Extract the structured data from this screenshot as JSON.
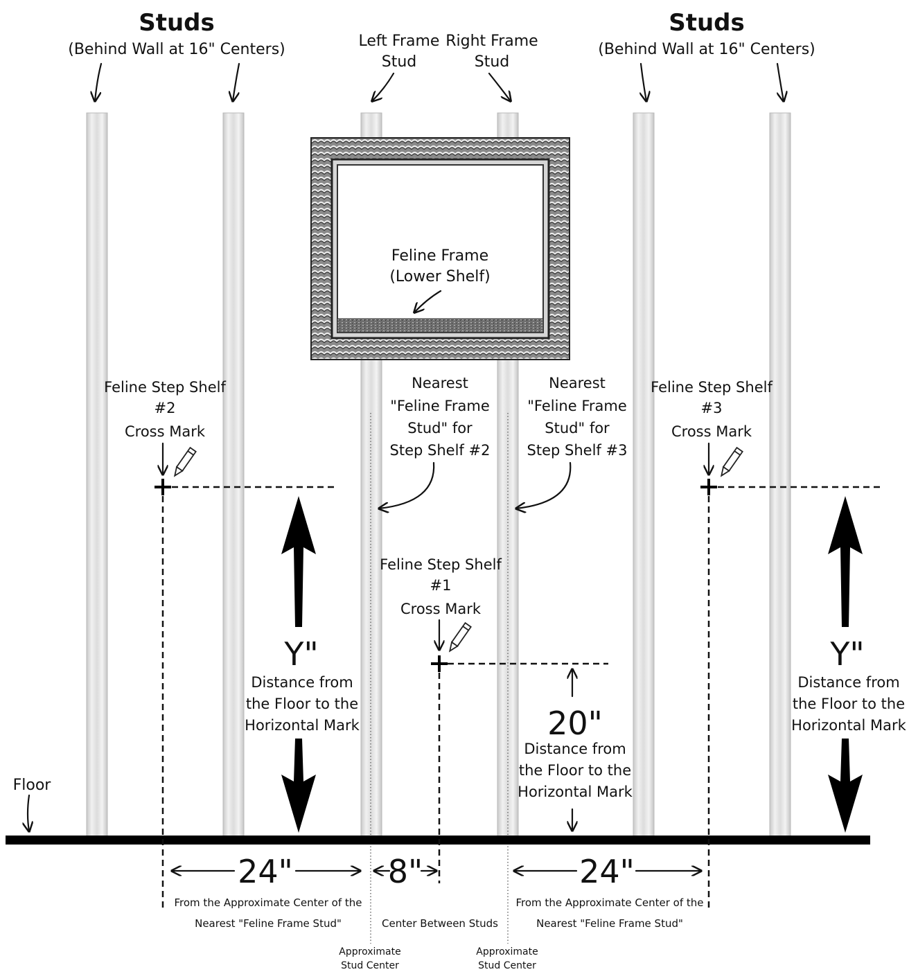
{
  "labels": {
    "studs_left_title": "Studs",
    "studs_left_sub": "(Behind Wall at 16\" Centers)",
    "studs_right_title": "Studs",
    "studs_right_sub": "(Behind Wall at 16\" Centers)",
    "left_frame_stud_1": "Left Frame",
    "left_frame_stud_2": "Stud",
    "right_frame_stud_1": "Right Frame",
    "right_frame_stud_2": "Stud",
    "feline_frame_1": "Feline Frame",
    "feline_frame_2": "(Lower Shelf)",
    "shelf2_1": "Feline Step Shelf",
    "shelf2_2": "#2",
    "shelf2_3": "Cross Mark",
    "shelf3_1": "Feline Step Shelf",
    "shelf3_2": "#3",
    "shelf3_3": "Cross Mark",
    "nearest2_1": "Nearest",
    "nearest2_2": "\"Feline Frame",
    "nearest2_3": "Stud\" for",
    "nearest2_4": "Step Shelf #2",
    "nearest3_1": "Nearest",
    "nearest3_2": "\"Feline Frame",
    "nearest3_3": "Stud\" for",
    "nearest3_4": "Step Shelf #3",
    "shelf1_1": "Feline Step Shelf",
    "shelf1_2": "#1",
    "shelf1_3": "Cross Mark",
    "y_left": "Y\"",
    "y_left_d1": "Distance from",
    "y_left_d2": "the Floor to the",
    "y_left_d3": "Horizontal Mark",
    "y_right": "Y\"",
    "y_right_d1": "Distance from",
    "y_right_d2": "the Floor to the",
    "y_right_d3": "Horizontal Mark",
    "twenty": "20\"",
    "twenty_d1": "Distance from",
    "twenty_d2": "the Floor to the",
    "twenty_d3": "Horizontal Mark",
    "floor": "Floor",
    "dim_left": "24\"",
    "dim_left_d1": "From the Approximate Center of the",
    "dim_left_d2": "Nearest \"Feline Frame Stud\"",
    "dim_mid": "8\"",
    "dim_mid_d1": "Center Between Studs",
    "dim_right": "24\"",
    "dim_right_d1": "From the Approximate Center of the",
    "dim_right_d2": "Nearest \"Feline Frame Stud\"",
    "approx_left_1": "Approximate",
    "approx_left_2": "Stud Center",
    "approx_right_1": "Approximate",
    "approx_right_2": "Stud Center"
  }
}
